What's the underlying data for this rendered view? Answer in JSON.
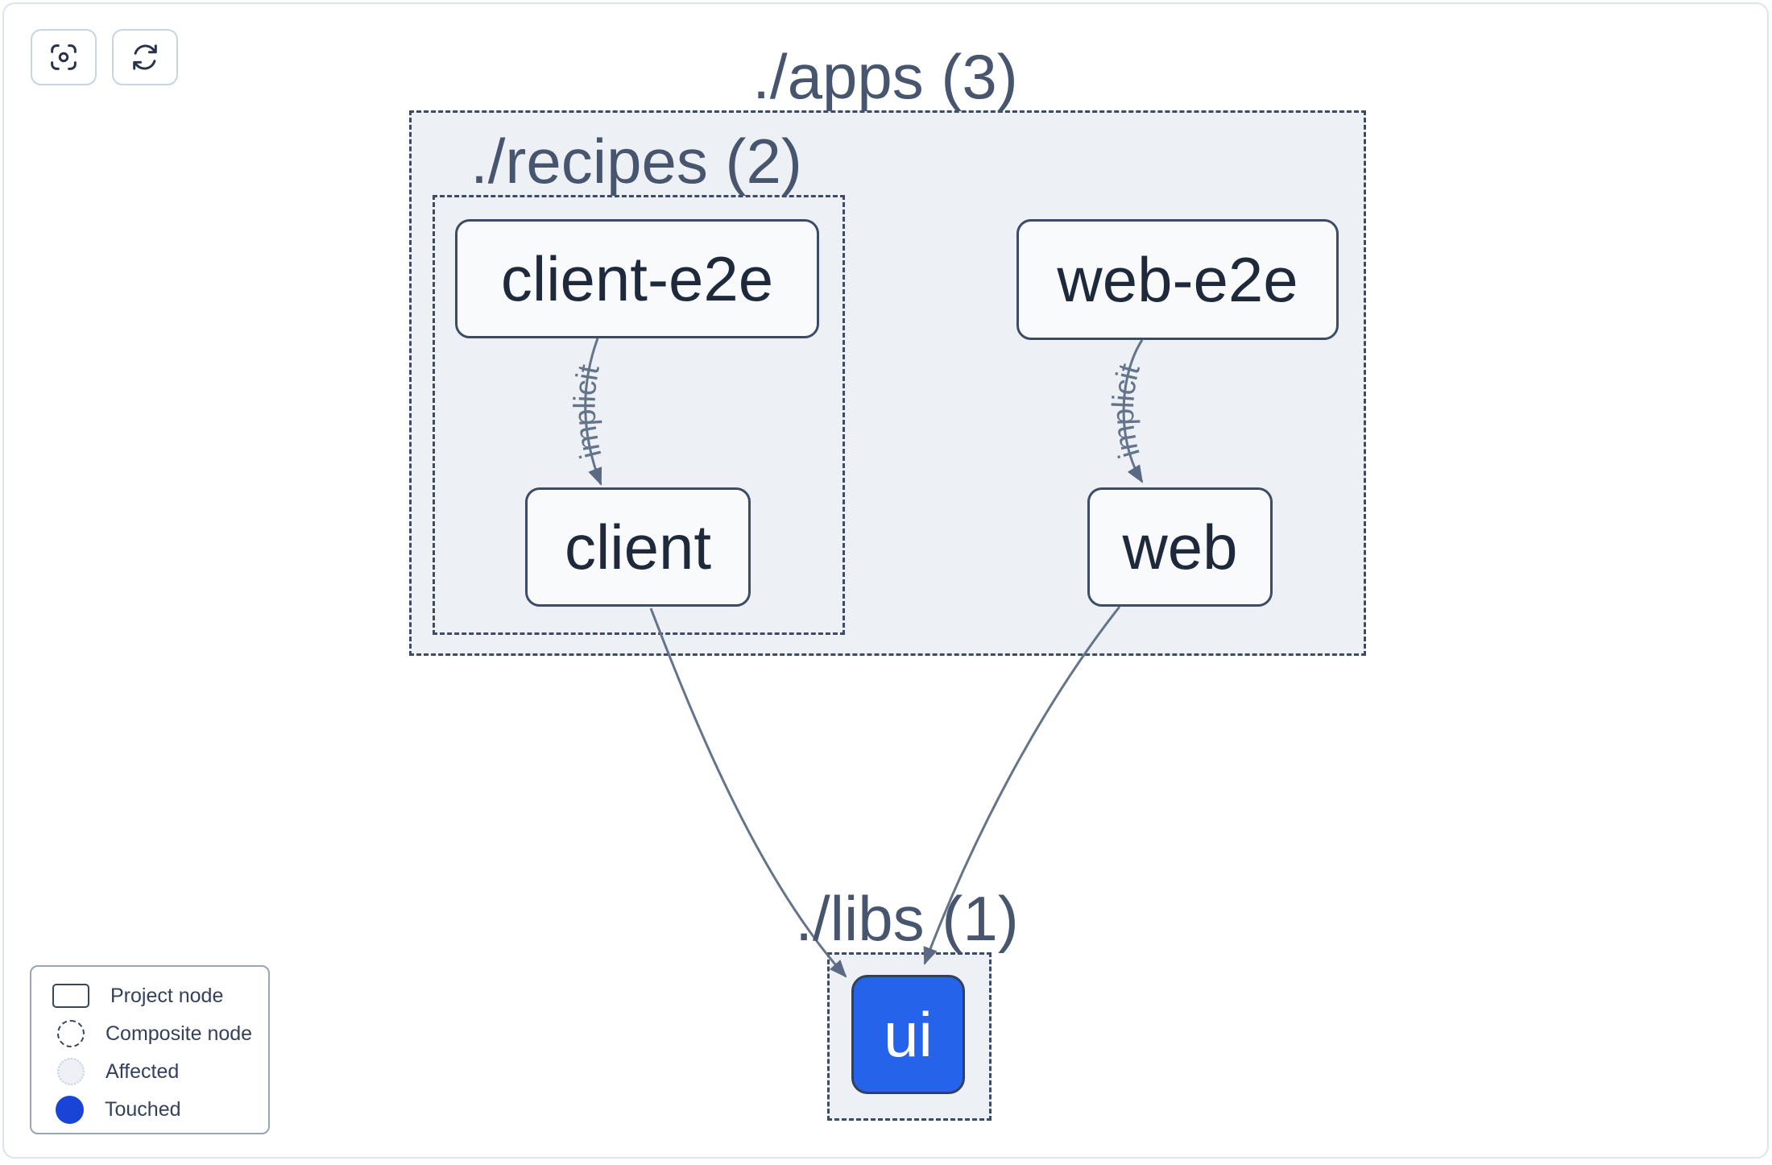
{
  "toolbar": {
    "buttons": [
      {
        "name": "center-graph",
        "icon": "viewfinder-icon"
      },
      {
        "name": "refresh-graph",
        "icon": "refresh-icon"
      }
    ]
  },
  "graph": {
    "containers": [
      {
        "id": "apps",
        "label": "./apps (3)"
      },
      {
        "id": "recipes",
        "label": "./recipes (2)"
      },
      {
        "id": "libs",
        "label": "./libs (1)"
      }
    ],
    "nodes": [
      {
        "id": "client-e2e",
        "label": "client-e2e",
        "state": "default"
      },
      {
        "id": "web-e2e",
        "label": "web-e2e",
        "state": "default"
      },
      {
        "id": "client",
        "label": "client",
        "state": "default"
      },
      {
        "id": "web",
        "label": "web",
        "state": "default"
      },
      {
        "id": "ui",
        "label": "ui",
        "state": "touched"
      }
    ],
    "edges": [
      {
        "from": "client-e2e",
        "to": "client",
        "label": "implicit",
        "type": "implicit"
      },
      {
        "from": "web-e2e",
        "to": "web",
        "label": "implicit",
        "type": "implicit"
      },
      {
        "from": "client",
        "to": "ui",
        "label": "",
        "type": "static"
      },
      {
        "from": "web",
        "to": "ui",
        "label": "",
        "type": "static"
      }
    ]
  },
  "legend": {
    "items": [
      {
        "swatch": "project",
        "label": "Project node"
      },
      {
        "swatch": "composite",
        "label": "Composite node"
      },
      {
        "swatch": "affected",
        "label": "Affected"
      },
      {
        "swatch": "touched",
        "label": "Touched"
      }
    ]
  },
  "colors": {
    "touched_node_fill": "#2563eb",
    "touched_legend_fill": "#1a44d6",
    "edge_stroke": "#64748b",
    "dark_border": "#3d4c66",
    "container_fill": "#edf0f5",
    "container_label": "#47566e",
    "node_label": "#1e293b",
    "canvas_frame": "#dde3ef"
  }
}
